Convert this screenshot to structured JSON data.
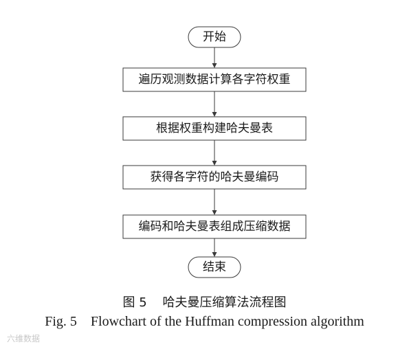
{
  "flowchart": {
    "nodes": [
      {
        "id": "start",
        "shape": "terminal",
        "label": "开始"
      },
      {
        "id": "step1",
        "shape": "process",
        "label": "遍历观测数据计算各字符权重"
      },
      {
        "id": "step2",
        "shape": "process",
        "label": "根据权重构建哈夫曼表"
      },
      {
        "id": "step3",
        "shape": "process",
        "label": "获得各字符的哈夫曼编码"
      },
      {
        "id": "step4",
        "shape": "process",
        "label": "编码和哈夫曼表组成压缩数据"
      },
      {
        "id": "end",
        "shape": "terminal",
        "label": "结束"
      }
    ],
    "edges": [
      {
        "from": "start",
        "to": "step1"
      },
      {
        "from": "step1",
        "to": "step2"
      },
      {
        "from": "step2",
        "to": "step3"
      },
      {
        "from": "step3",
        "to": "step4"
      },
      {
        "from": "step4",
        "to": "end"
      }
    ],
    "colors": {
      "stroke": "#3a3a3a",
      "text": "#1a1a1a",
      "background": "#ffffff"
    }
  },
  "caption": {
    "cn": "图 5    哈夫曼压缩算法流程图",
    "en": "Fig. 5    Flowchart of the Huffman compression algorithm"
  },
  "watermark": "六维数据"
}
